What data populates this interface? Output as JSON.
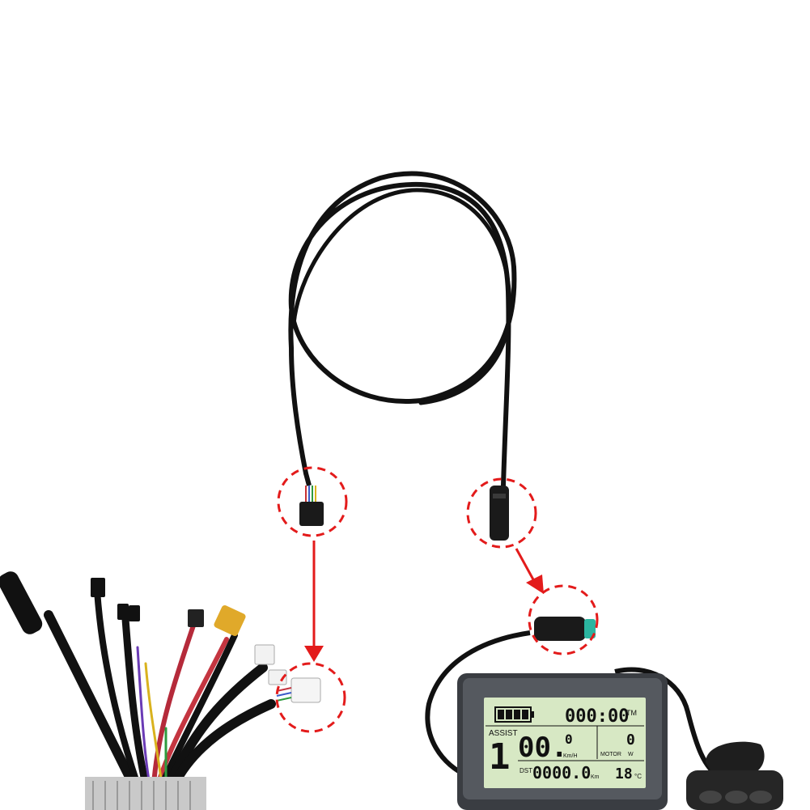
{
  "lcd": {
    "time": "000:00",
    "time_suffix": "TM",
    "assist_label": "ASSIST",
    "assist_level": "1",
    "speed": "00.",
    "speed_decimal": "0",
    "speed_unit": "Km/H",
    "motor_label": "MOTOR",
    "motor_unit": "W",
    "power": "0",
    "dst_label": "DST",
    "distance": "0000.0",
    "distance_unit": "Km",
    "temperature": "18",
    "temperature_unit": "°C"
  },
  "colors": {
    "highlight": "#e31b1b",
    "cable": "#111111",
    "lcd_screen": "#d7e8c4",
    "display_bezel": "#3a3d42",
    "connector_green": "#2bb5a0"
  }
}
